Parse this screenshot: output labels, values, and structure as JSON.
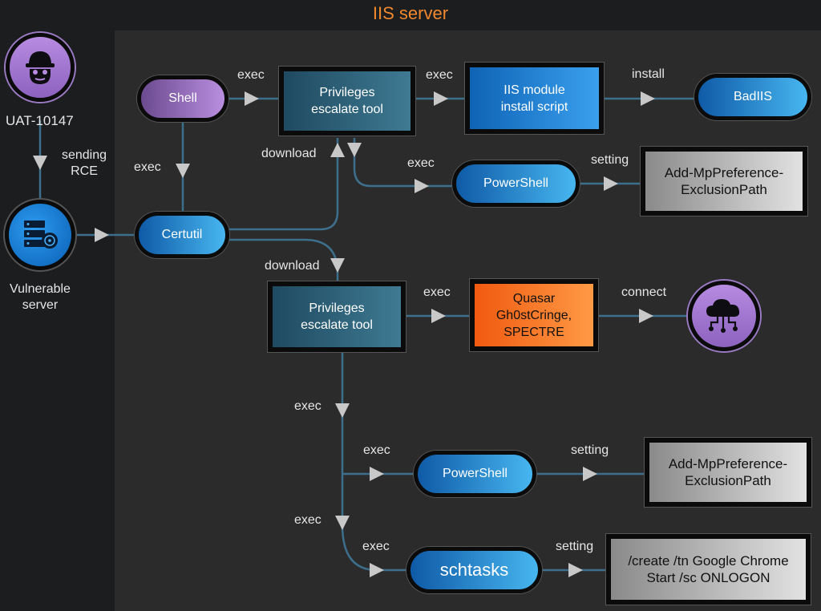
{
  "title": "IIS server",
  "actors": {
    "attacker_label": "UAT-10147",
    "server_label_line1": "Vulnerable",
    "server_label_line2": "server"
  },
  "nodes": {
    "shell": "Shell",
    "certutil": "Certutil",
    "priv_tool_1": [
      "Privileges",
      "escalate tool"
    ],
    "iis_script": [
      "IIS module",
      "install script"
    ],
    "badiis": "BadIIS",
    "powershell_1": "PowerShell",
    "exclusion_1": [
      "Add-MpPreference-",
      "ExclusionPath"
    ],
    "priv_tool_2": [
      "Privileges",
      "escalate tool"
    ],
    "malware": [
      "Quasar",
      "Gh0stCringe,",
      "SPECTRE"
    ],
    "powershell_2": "PowerShell",
    "exclusion_2": [
      "Add-MpPreference-",
      "ExclusionPath"
    ],
    "schtasks": "schtasks",
    "schtasks_cmd": [
      "/create /tn Google Chrome",
      "Start /sc ONLOGON"
    ]
  },
  "edges": {
    "sending_rce": [
      "sending",
      "RCE"
    ],
    "shell_exec_priv": "exec",
    "shell_exec_certutil": "exec",
    "certutil_download_priv1": "download",
    "priv1_exec_iis": "exec",
    "iis_install_badiis": "install",
    "priv1_exec_ps": "exec",
    "ps_setting_excl": "setting",
    "certutil_download_priv2": "download",
    "priv2_exec_malware": "exec",
    "malware_connect_c2": "connect",
    "priv2_exec_down1": "exec",
    "branch_exec_ps2": "exec",
    "ps2_setting_excl": "setting",
    "priv2_exec_down2": "exec",
    "branch_exec_schtasks": "exec",
    "schtasks_setting": "setting"
  },
  "colors": {
    "title": "#f0882e",
    "connector": "#3d6f8c",
    "arrowhead": "#c8c8c8",
    "panel": "#2b2b2b",
    "background": "#1c1d1f"
  }
}
